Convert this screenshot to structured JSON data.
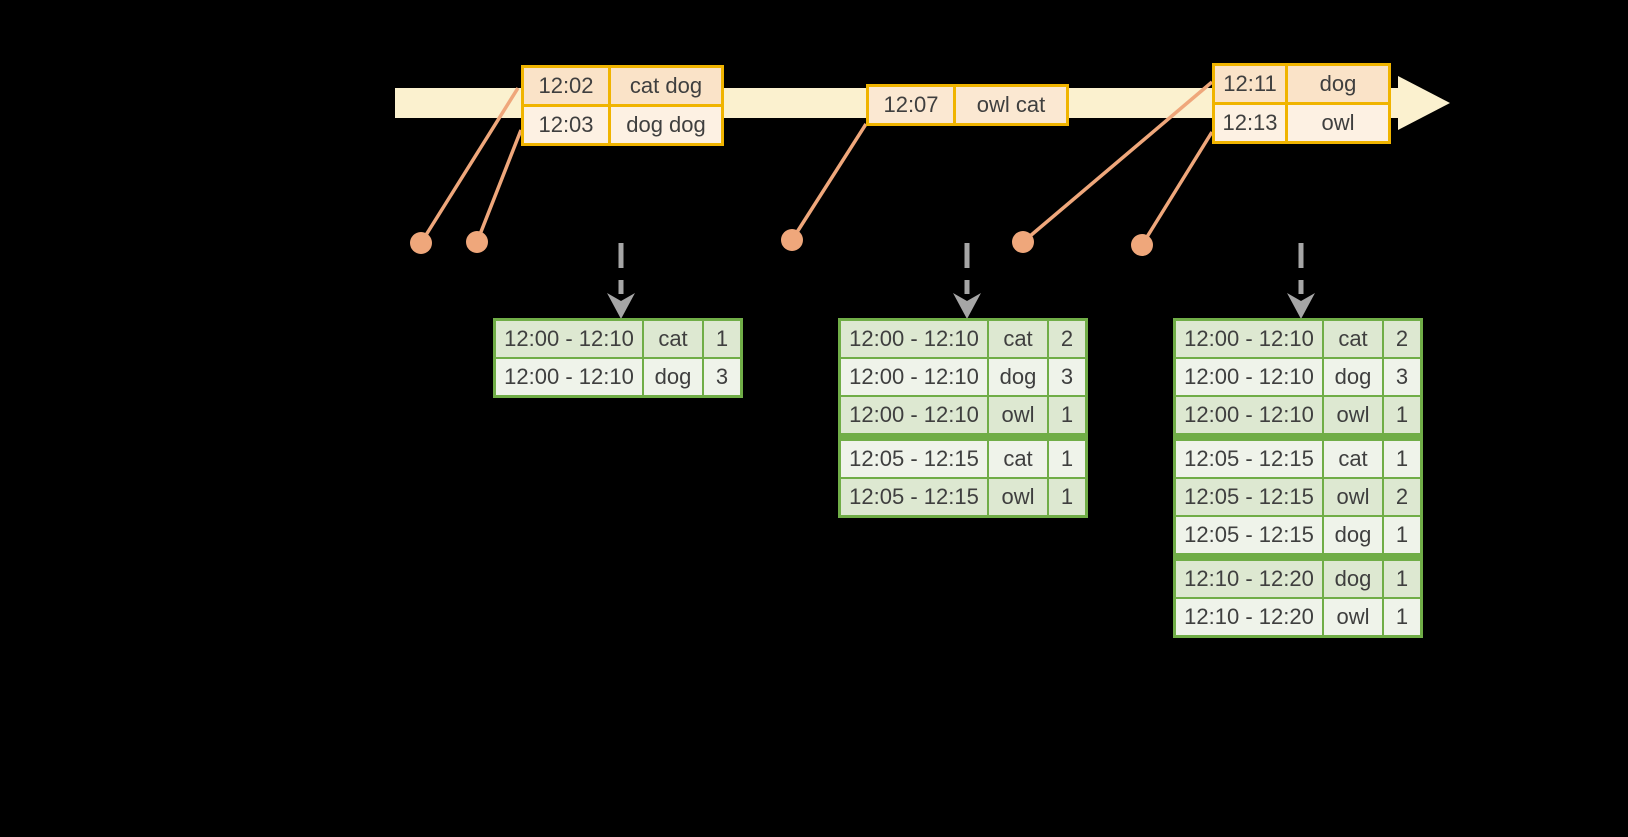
{
  "colors": {
    "text": "#3f3f3f",
    "timeline_fill": "#fbf1cf",
    "event_border": "#f0b400",
    "event_row_dark": "#fae3c8",
    "event_row_light": "#fdf1e3",
    "event_row_single": "#fbe8d2",
    "connector": "#efa77b",
    "trigger_arrow": "#a6a6a6",
    "result_border": "#70ad47",
    "result_row_dark": "#dde8d1",
    "result_row_light": "#eff3ea"
  },
  "event_tables": [
    {
      "rows": [
        [
          "12:02",
          "cat dog"
        ],
        [
          "12:03",
          "dog dog"
        ]
      ]
    },
    {
      "rows": [
        [
          "12:07",
          "owl cat"
        ]
      ]
    },
    {
      "rows": [
        [
          "12:11",
          "dog"
        ],
        [
          "12:13",
          "owl"
        ]
      ]
    }
  ],
  "result_tables": [
    {
      "rows": [
        [
          "12:00 - 12:10",
          "cat",
          "1"
        ],
        [
          "12:00 - 12:10",
          "dog",
          "3"
        ]
      ],
      "group_breaks": []
    },
    {
      "rows": [
        [
          "12:00 - 12:10",
          "cat",
          "2"
        ],
        [
          "12:00 - 12:10",
          "dog",
          "3"
        ],
        [
          "12:00 - 12:10",
          "owl",
          "1"
        ],
        [
          "12:05 - 12:15",
          "cat",
          "1"
        ],
        [
          "12:05 - 12:15",
          "owl",
          "1"
        ]
      ],
      "group_breaks": [
        3
      ]
    },
    {
      "rows": [
        [
          "12:00 - 12:10",
          "cat",
          "2"
        ],
        [
          "12:00 - 12:10",
          "dog",
          "3"
        ],
        [
          "12:00 - 12:10",
          "owl",
          "1"
        ],
        [
          "12:05 - 12:15",
          "cat",
          "1"
        ],
        [
          "12:05 - 12:15",
          "owl",
          "2"
        ],
        [
          "12:05 - 12:15",
          "dog",
          "1"
        ],
        [
          "12:10 - 12:20",
          "dog",
          "1"
        ],
        [
          "12:10 - 12:20",
          "owl",
          "1"
        ]
      ],
      "group_breaks": [
        3,
        6
      ]
    }
  ]
}
